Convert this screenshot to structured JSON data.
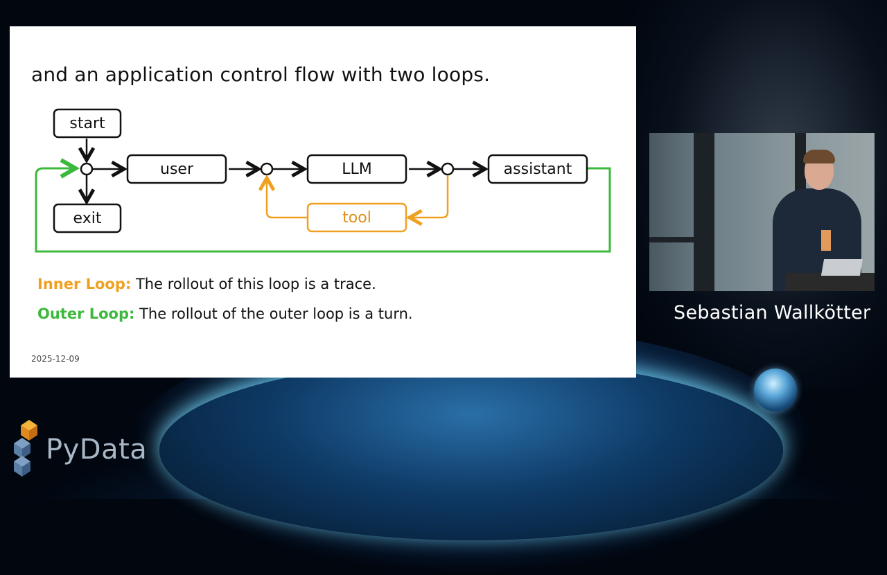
{
  "slide": {
    "heading": "and an application control flow with two loops.",
    "diagram": {
      "nodes": {
        "start": "start",
        "exit": "exit",
        "user": "user",
        "llm": "LLM",
        "tool": "tool",
        "assistant": "assistant"
      },
      "colors": {
        "inner_loop": "#f0a020",
        "outer_loop": "#3cb83c",
        "default": "#111111"
      }
    },
    "legend": [
      {
        "key": "Inner Loop:",
        "text": " The rollout of this loop is a trace.",
        "color": "#f0a020"
      },
      {
        "key": "Outer Loop:",
        "text": " The rollout of the outer loop is a turn.",
        "color": "#3cb83c"
      }
    ],
    "date": "2025-12-09"
  },
  "speaker": {
    "name": "Sebastian Wallkötter"
  },
  "branding": {
    "logo_text": "PyData",
    "logo_colors": [
      "#f0a020",
      "#5a7fa6",
      "#3d5f86"
    ]
  }
}
